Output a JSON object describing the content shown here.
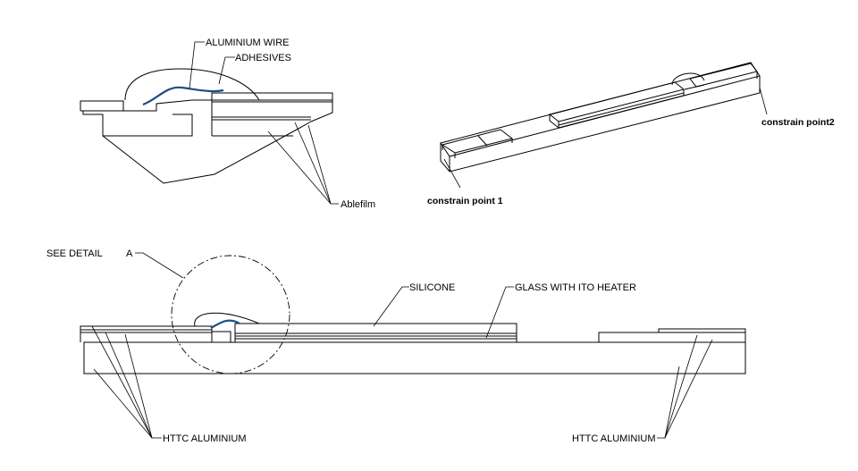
{
  "labels": {
    "aluminium_wire": "ALUMINIUM WIRE",
    "adhesives": "ADHESIVES",
    "ablefilm": "Ablefilm",
    "constrain_point_1": "constrain point 1",
    "constrain_point_2": "constrain point2",
    "see_detail": "SEE DETAIL",
    "detail_letter": "A",
    "silicone": "SILICONE",
    "glass_with_ito_heater": "GLASS WITH ITO HEATER",
    "httc_aluminium_left": "HTTC ALUMINIUM",
    "httc_aluminium_right": "HTTC ALUMINIUM"
  },
  "colors": {
    "line": "#000000",
    "wire": "#1f4f86",
    "background": "#ffffff"
  }
}
